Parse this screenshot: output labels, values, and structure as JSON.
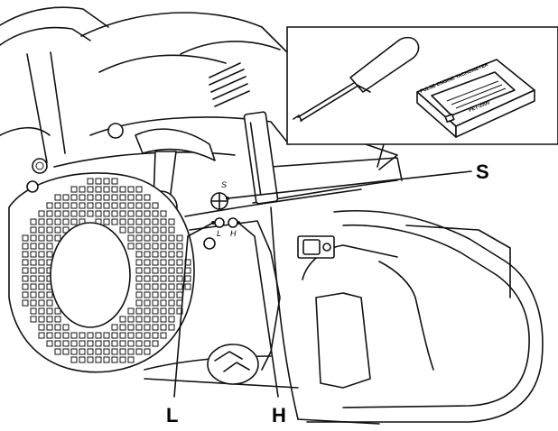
{
  "callouts": {
    "S": "S",
    "L": "L",
    "H": "H"
  },
  "screw_marks": {
    "S": "S",
    "L": "L",
    "H": "H"
  },
  "tachometer": {
    "title": "PULSE ENGINE TACHOMETER",
    "model": "PET-2000"
  }
}
